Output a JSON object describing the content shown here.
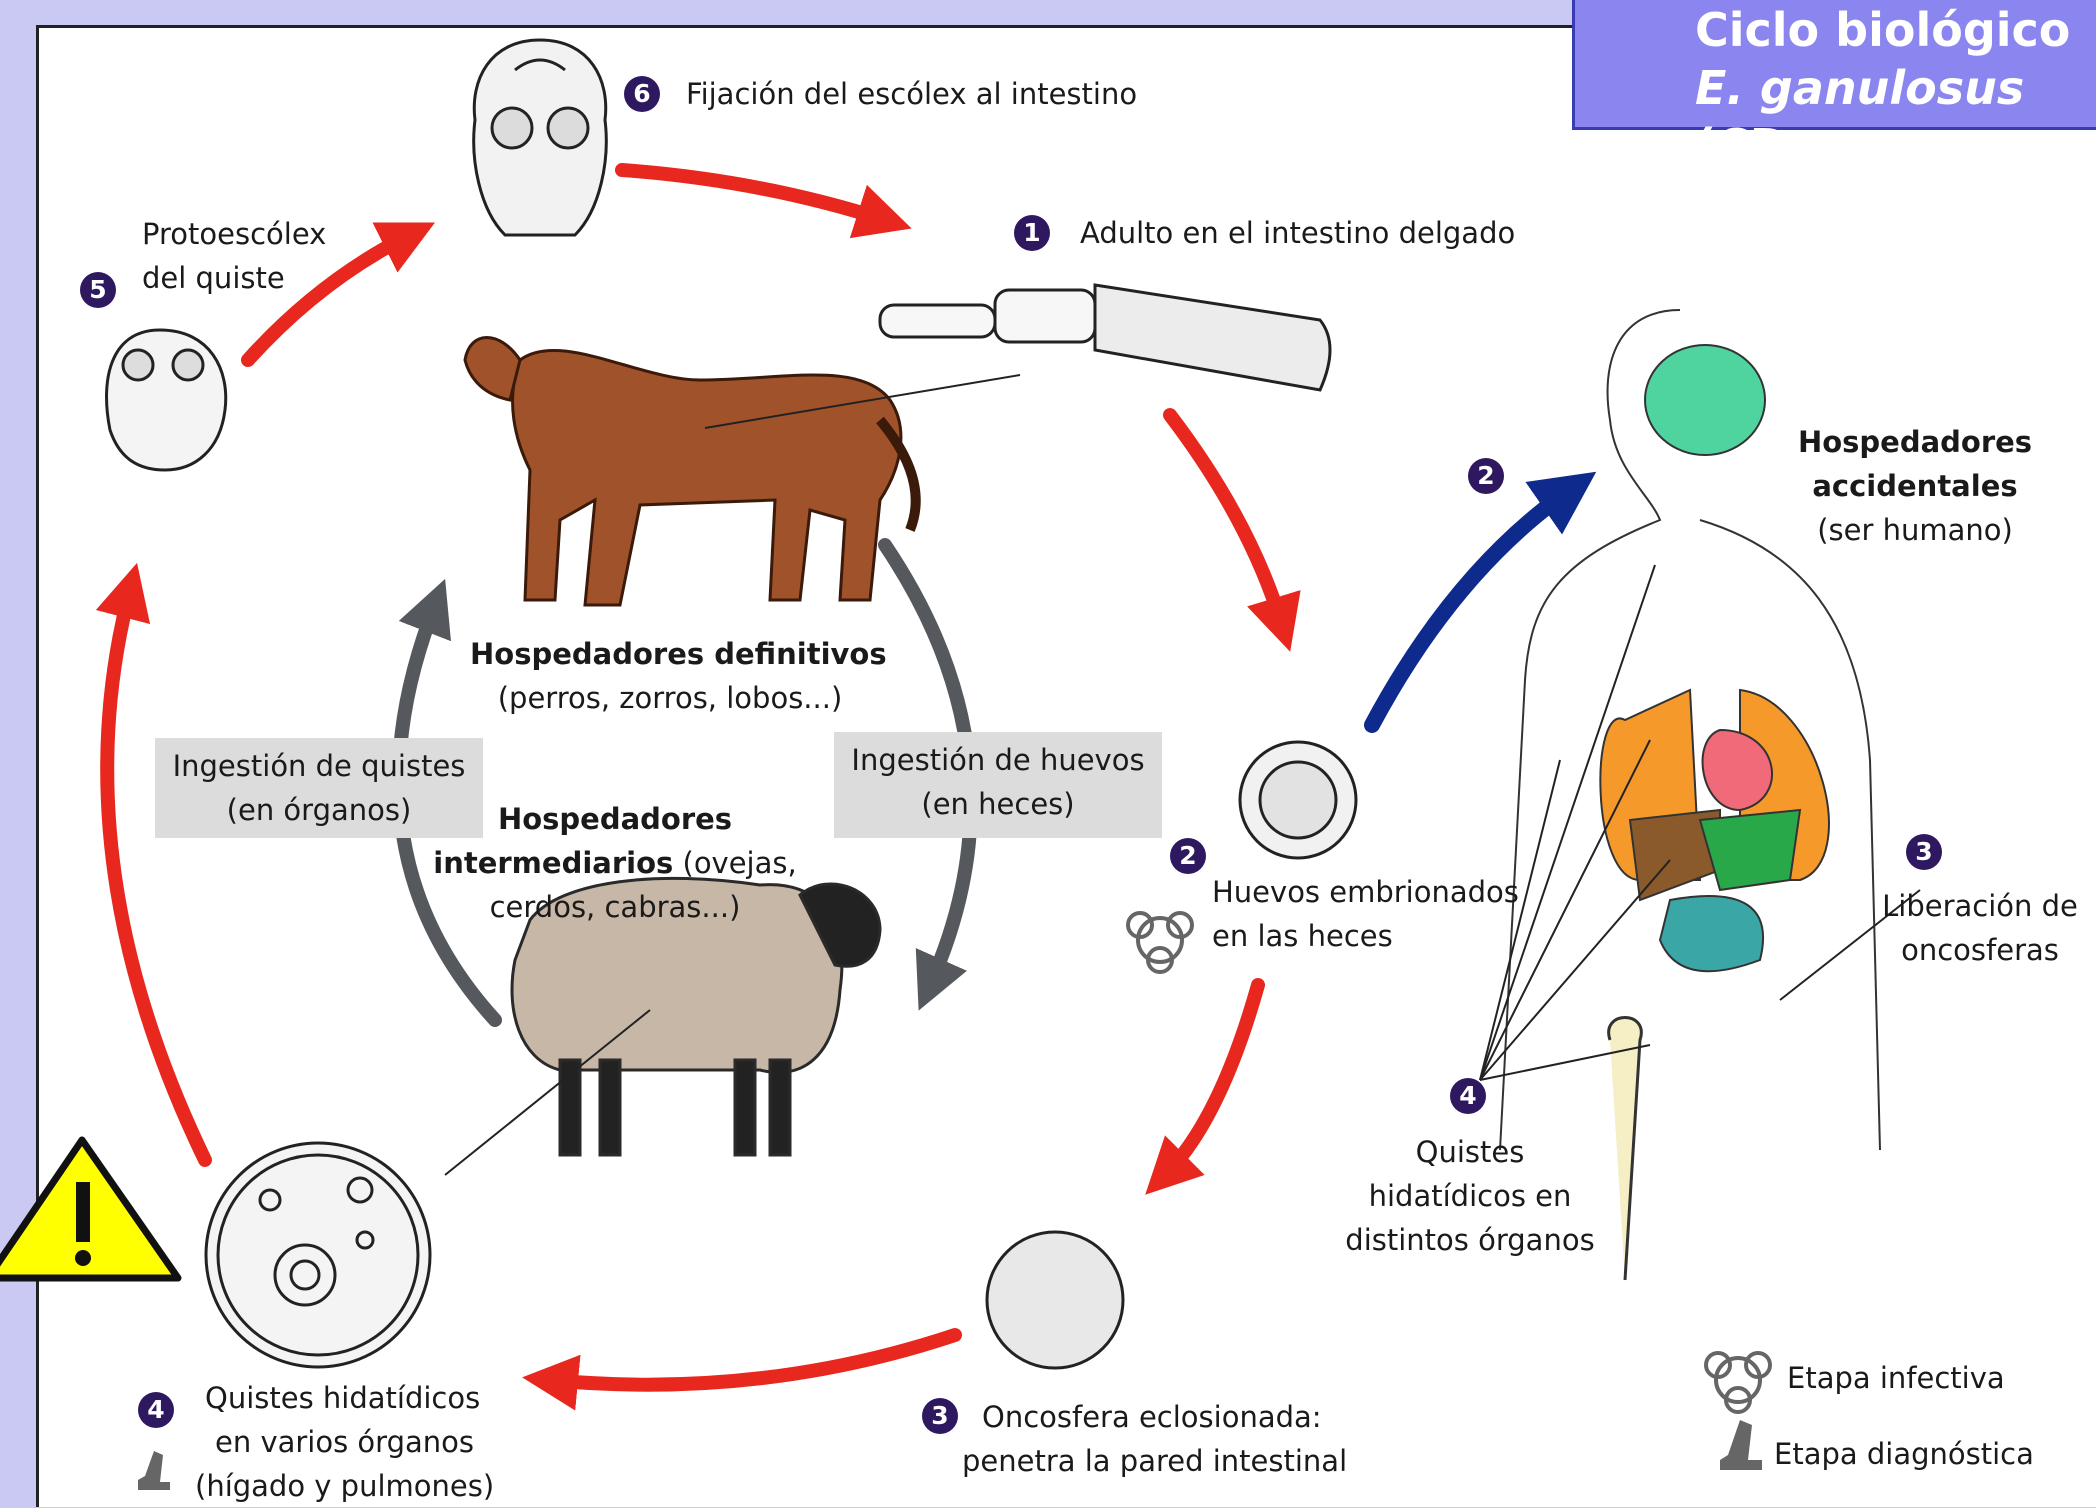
{
  "title": {
    "line1": "Ciclo biológico",
    "line2_species": "E. ganulosus",
    "line2_rest": " (CD"
  },
  "stages": [
    {
      "num": "1",
      "label": "Adulto en el intestino delgado"
    },
    {
      "num": "2",
      "label_line1": "Huevos embrionados",
      "label_line2": "en las heces"
    },
    {
      "num": "3",
      "label_line1": "Oncosfera eclosionada:",
      "label_line2": "penetra la pared intestinal"
    },
    {
      "num": "4",
      "label_line1": "Quistes hidatídicos",
      "label_line2": "en varios órganos",
      "label_line3": "(hígado y pulmones)"
    },
    {
      "num": "5",
      "label_line1": "Protoescólex",
      "label_line2": "del quiste"
    },
    {
      "num": "6",
      "label": "Fijación del escólex al intestino"
    }
  ],
  "human": {
    "num2": "2",
    "title_line1": "Hospedadores",
    "title_line2": "accidentales",
    "subtitle": "(ser humano)",
    "stage3_num": "3",
    "stage3_line1": "Liberación de",
    "stage3_line2": "oncosferas",
    "stage4_num": "4",
    "stage4_line1": "Quistes",
    "stage4_line2": "hidatídicos en",
    "stage4_line3": "distintos órganos"
  },
  "definitive": {
    "title": "Hospedadores definitivos",
    "subtitle": "(perros, zorros, lobos...)"
  },
  "intermediate": {
    "line1": "Hospedadores",
    "line2_bold": "intermediarios",
    "line2_rest": " (ovejas,",
    "line3": "cerdos, cabras...)"
  },
  "boxes": {
    "cysts_line1": "Ingestión de quistes",
    "cysts_line2": "(en órganos)",
    "eggs_line1": "Ingestión de huevos",
    "eggs_line2": "(en heces)"
  },
  "legend": {
    "infective": "Etapa infectiva",
    "diagnostic": "Etapa diagnóstica"
  },
  "colors": {
    "red_arrow": "#e8281e",
    "blue_arrow": "#0d2a8c",
    "gray_arrow": "#55595e",
    "badge": "#2e1860",
    "warning": "#ffff00"
  }
}
